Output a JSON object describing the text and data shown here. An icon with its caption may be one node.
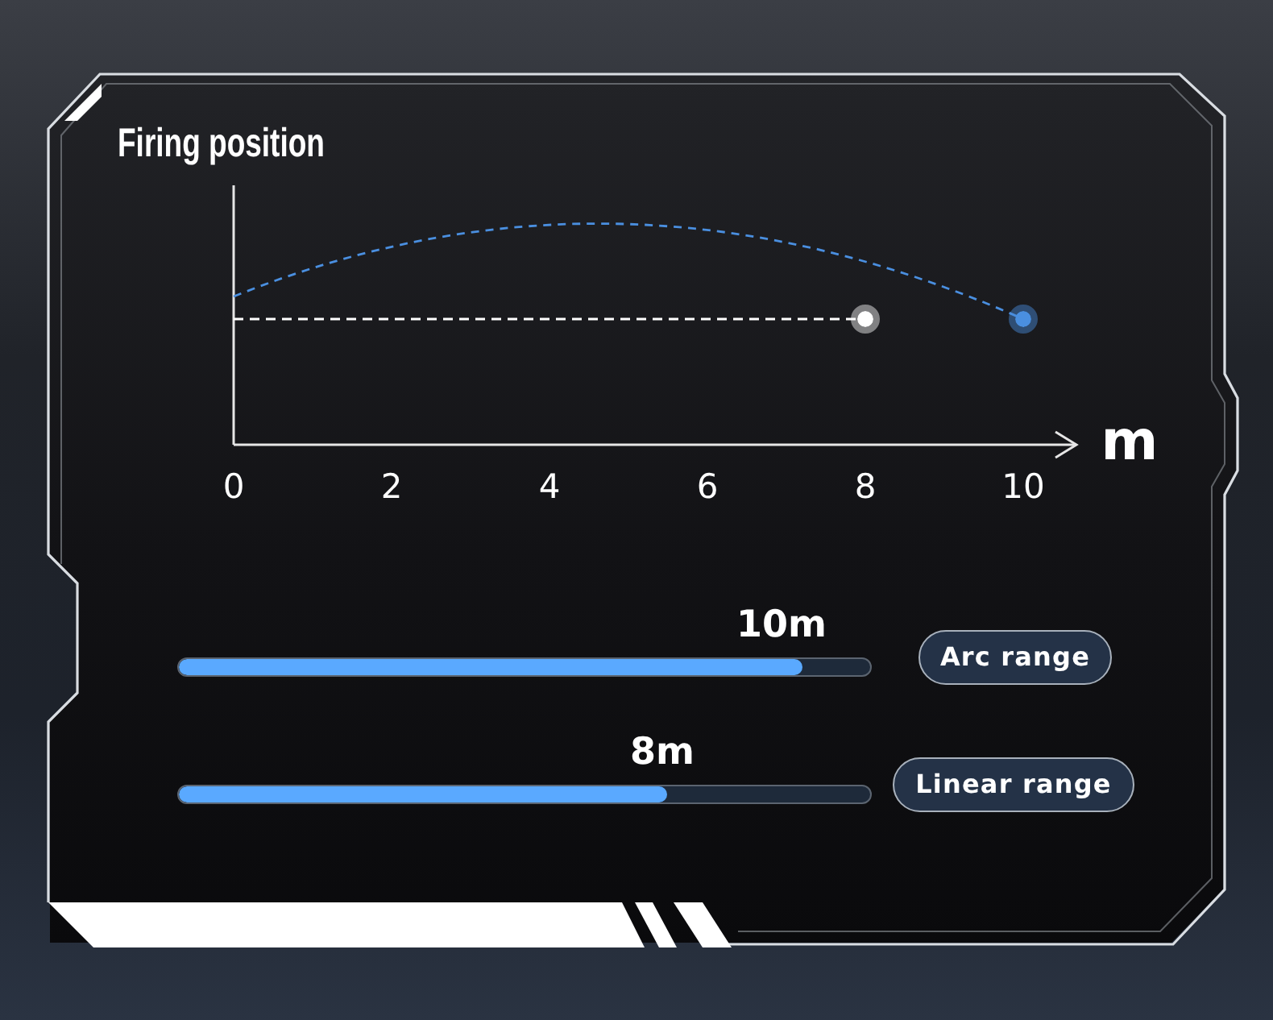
{
  "diagram": {
    "title": "Firing position",
    "nodes": [
      {
        "text": [
          "Arc range"
        ]
      },
      {
        "text": [
          "Linear range"
        ]
      }
    ],
    "labels": [
      "0",
      "2",
      "4",
      "6",
      "8",
      "10",
      "m",
      "10m",
      "8m"
    ]
  }
}
